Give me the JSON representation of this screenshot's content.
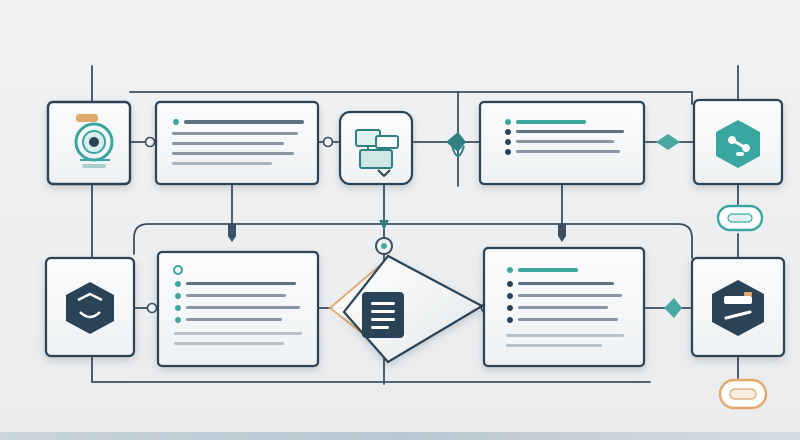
{
  "colors": {
    "navy": "#2b4357",
    "teal": "#3aa6a0",
    "orange": "#e0a86a",
    "line": "#3b4f61",
    "card": "#f8fafb",
    "text_placeholder": "#5f7282"
  },
  "nodes": [
    {
      "id": "node-start",
      "kind": "icon",
      "icon": "target-gear-icon"
    },
    {
      "id": "node-card-1",
      "kind": "text-card"
    },
    {
      "id": "node-flow-icon",
      "kind": "icon",
      "icon": "layout-flow-icon"
    },
    {
      "id": "node-card-2",
      "kind": "text-card"
    },
    {
      "id": "node-hex-teal",
      "kind": "icon",
      "icon": "link-hexagon-icon"
    },
    {
      "id": "node-pill-teal",
      "kind": "pill"
    },
    {
      "id": "node-hex-navy-left",
      "kind": "icon",
      "icon": "shield-hexagon-icon"
    },
    {
      "id": "node-card-3",
      "kind": "text-card"
    },
    {
      "id": "node-decision",
      "kind": "decision",
      "icon": "document-icon"
    },
    {
      "id": "node-card-4",
      "kind": "text-card"
    },
    {
      "id": "node-hex-navy-right",
      "kind": "icon",
      "icon": "tool-hexagon-icon"
    },
    {
      "id": "node-pill-orange",
      "kind": "pill"
    }
  ]
}
